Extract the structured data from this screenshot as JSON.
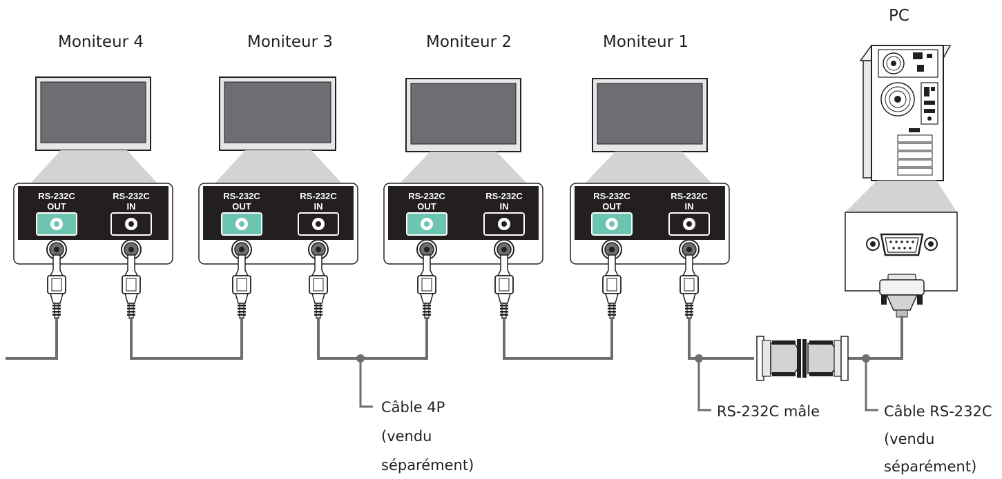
{
  "pc": {
    "label": "PC"
  },
  "monitors": [
    {
      "label": "Moniteur 4",
      "out_top": "RS-232C",
      "out_bottom": "OUT",
      "in_top": "RS-232C",
      "in_bottom": "IN"
    },
    {
      "label": "Moniteur 3",
      "out_top": "RS-232C",
      "out_bottom": "OUT",
      "in_top": "RS-232C",
      "in_bottom": "IN"
    },
    {
      "label": "Moniteur 2",
      "out_top": "RS-232C",
      "out_bottom": "OUT",
      "in_top": "RS-232C",
      "in_bottom": "IN"
    },
    {
      "label": "Moniteur 1",
      "out_top": "RS-232C",
      "out_bottom": "OUT",
      "in_top": "RS-232C",
      "in_bottom": "IN"
    }
  ],
  "callouts": {
    "cable_4p": {
      "line1": "Câble 4P",
      "line2": "(vendu",
      "line3": "séparément)"
    },
    "male": {
      "line1": "RS-232C mâle"
    },
    "cable_rs": {
      "line1": "Câble RS-232C",
      "line2": "(vendu",
      "line3": "séparément)"
    }
  },
  "colors": {
    "out_jack": "#6cc5b0",
    "in_jack": "#231f20",
    "cable": "#6d6e71",
    "screen": "#6d6e71",
    "bezel": "#e6e7e8",
    "panel_bg": "#231f20"
  },
  "icons": [
    "monitor-icon",
    "rs232c-jack-icon",
    "plug-4p-icon",
    "pc-tower-icon",
    "db9-port-icon",
    "db9-connector-icon"
  ]
}
